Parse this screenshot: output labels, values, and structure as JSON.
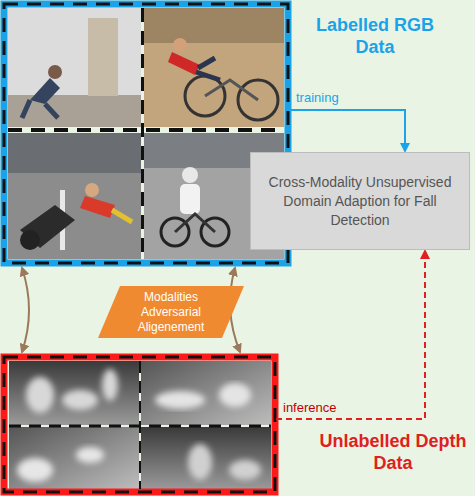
{
  "diagram": {
    "nodes": [
      {
        "text": [
          "Labelled RGB Data"
        ]
      },
      {
        "text": [
          "Cross-Modality Unsupervised Domain Adaption for Fall Detection"
        ]
      },
      {
        "text": [
          "Modalities Adversarial Aligenement"
        ]
      },
      {
        "text": [
          "Unlabelled Depth Data"
        ]
      }
    ],
    "edges": [
      {
        "from": 0,
        "to": 1,
        "label": "training",
        "arrow": "to"
      },
      {
        "from": 3,
        "to": 1,
        "label": "inference",
        "arrow": "to"
      },
      {
        "from": 0,
        "to": 3,
        "arrow": "both"
      },
      {
        "from": 0,
        "to": 3,
        "arrow": "both"
      }
    ]
  }
}
